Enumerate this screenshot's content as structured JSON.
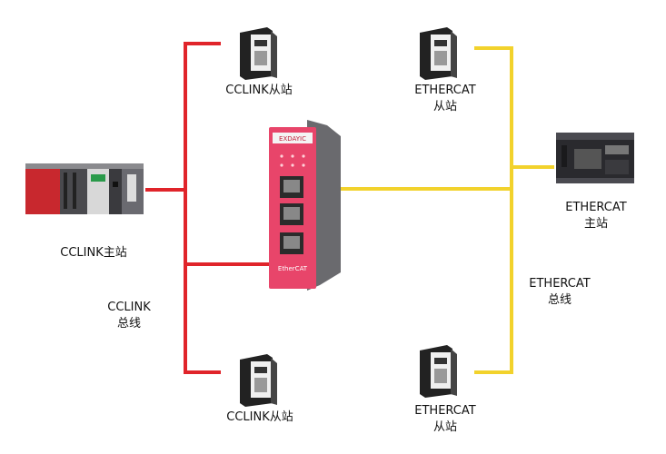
{
  "colors": {
    "cclink_line": "#e0242a",
    "ethercat_line": "#f2d22c",
    "gateway_body": "#e8456a"
  },
  "labels": {
    "cclink_slave_top": "CCLINK从站",
    "cclink_slave_bottom": "CCLINK从站",
    "cclink_master": "CCLINK主站",
    "cclink_bus_line1": "CCLINK",
    "cclink_bus_line2": "总线",
    "ethercat_slave_top_line1": "ETHERCAT",
    "ethercat_slave_top_line2": "从站",
    "ethercat_slave_bottom_line1": "ETHERCAT",
    "ethercat_slave_bottom_line2": "从站",
    "ethercat_master_line1": "ETHERCAT",
    "ethercat_master_line2": "主站",
    "ethercat_bus_line1": "ETHERCAT",
    "ethercat_bus_line2": "总线"
  },
  "gateway": {
    "brand_text": "EXDAYIC",
    "product_text": "EtherCAT"
  }
}
